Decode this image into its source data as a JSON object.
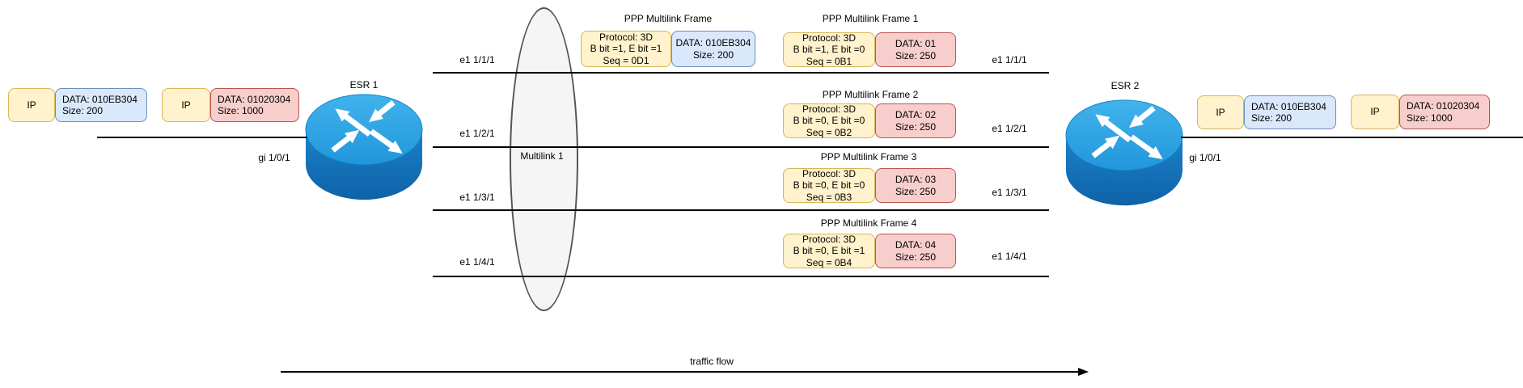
{
  "routers": {
    "esr1": {
      "name": "ESR 1",
      "interface_label": "gi 1/0/1"
    },
    "esr2": {
      "name": "ESR 2",
      "interface_label": "gi 1/0/1"
    }
  },
  "packets_left": [
    {
      "header": "IP",
      "data_line1": "DATA: 010EB304",
      "data_line2": "Size: 200"
    },
    {
      "header": "IP",
      "data_line1": "DATA: 01020304",
      "data_line2": "Size: 1000"
    }
  ],
  "packets_right": [
    {
      "header": "IP",
      "data_line1": "DATA: 010EB304",
      "data_line2": "Size: 200"
    },
    {
      "header": "IP",
      "data_line1": "DATA: 01020304",
      "data_line2": "Size: 1000"
    }
  ],
  "bundle": {
    "label": "Multilink 1"
  },
  "links": [
    {
      "left_label": "e1 1/1/1",
      "right_label": "e1 1/1/1"
    },
    {
      "left_label": "e1 1/2/1",
      "right_label": "e1 1/2/1"
    },
    {
      "left_label": "e1 1/3/1",
      "right_label": "e1 1/3/1"
    },
    {
      "left_label": "e1 1/4/1",
      "right_label": "e1 1/4/1"
    }
  ],
  "frames": [
    {
      "title": "PPP Multilink Frame",
      "header_line1": "Protocol: 3D",
      "header_line2": "B bit =1, E bit =1",
      "header_line3": "Seq = 0D1",
      "data_line1": "DATA: 010EB304",
      "data_line2": "Size: 200"
    },
    {
      "title": "PPP Multilink Frame 1",
      "header_line1": "Protocol: 3D",
      "header_line2": "B bit =1, E bit =0",
      "header_line3": "Seq = 0B1",
      "data_line1": "DATA: 01",
      "data_line2": "Size: 250"
    },
    {
      "title": "PPP Multilink Frame 2",
      "header_line1": "Protocol: 3D",
      "header_line2": "B bit =0, E bit =0",
      "header_line3": "Seq = 0B2",
      "data_line1": "DATA: 02",
      "data_line2": "Size: 250"
    },
    {
      "title": "PPP Multilink Frame 3",
      "header_line1": "Protocol: 3D",
      "header_line2": "B bit =0, E bit =0",
      "header_line3": "Seq = 0B3",
      "data_line1": "DATA: 03",
      "data_line2": "Size: 250"
    },
    {
      "title": "PPP Multilink Frame 4",
      "header_line1": "Protocol: 3D",
      "header_line2": "B bit =0, E bit =1",
      "header_line3": "Seq = 0B4",
      "data_line1": "DATA: 04",
      "data_line2": "Size: 250"
    }
  ],
  "footer": {
    "traffic_flow_label": "traffic flow"
  },
  "colors": {
    "ip_fill": "#FFF2CC",
    "ip_border": "#D6B656",
    "blue_fill": "#DAE8FC",
    "blue_border": "#6C8EBF",
    "red_fill": "#F8CECC",
    "red_border": "#B85450",
    "ellipse_fill": "#F5F5F5",
    "router_blue": "#2EA5E4"
  }
}
